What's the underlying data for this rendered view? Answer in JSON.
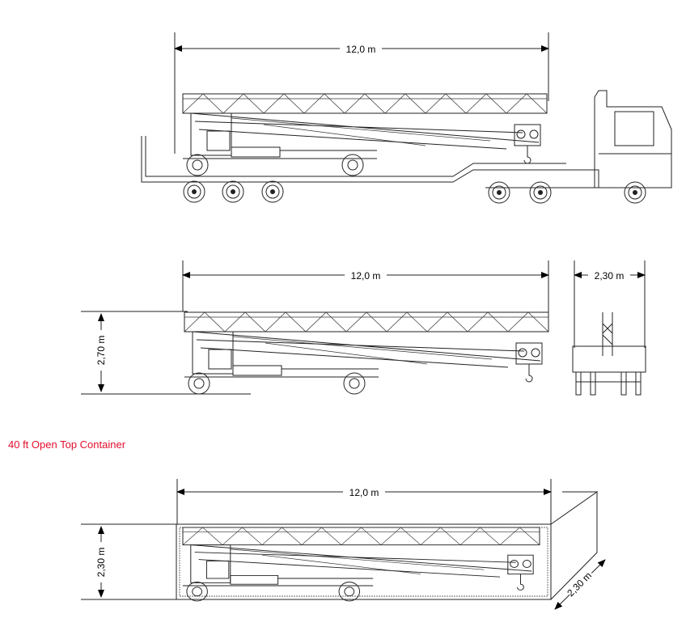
{
  "colors": {
    "accent": "#e30d2c",
    "line": "#222222"
  },
  "views": {
    "transport": {
      "length": "12,0 m"
    },
    "side": {
      "length": "12,0 m",
      "height": "2,70 m",
      "width": "2,30 m"
    },
    "container": {
      "title": "40 ft Open Top Container",
      "length": "12,0 m",
      "height": "2,30 m",
      "depth": "2,30 m"
    }
  }
}
